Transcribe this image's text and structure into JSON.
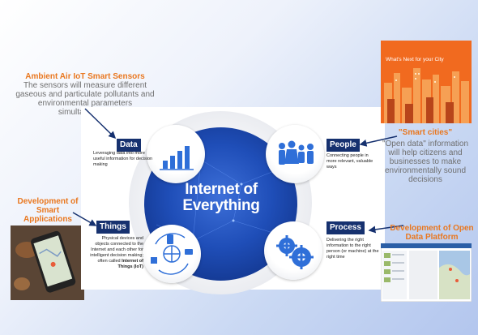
{
  "annotations": {
    "sensors_title": "Ambient Air IoT Smart Sensors",
    "sensors_text": "The sensors will measure different gaseous and particulate pollutants and environmental parameters simultaneously",
    "apps_title": "Development of Smart Applications",
    "smart_cities_title": "\"Smart cities\"",
    "smart_cities_text": "\"Open data\" information will help citizens and businesses to make environmentally sound decisions",
    "platform_title": "Development of Open Data Platform"
  },
  "diagram": {
    "center": "Internet of Everything",
    "data": {
      "label": "Data",
      "desc": "Leveraging data into more useful information for decision making"
    },
    "people": {
      "label": "People",
      "desc": "Connecting people in more relevant, valuable ways"
    },
    "things": {
      "label": "Things",
      "desc": "Physical devices and objects connected to the Internet and each other for intelligent decision making; often called",
      "desc_bold": "Internet of Things (IoT)"
    },
    "process": {
      "label": "Process",
      "desc": "Delivering the right information to the right person (or machine) at the right time"
    }
  },
  "images": {
    "city_caption": "What's Next for your City"
  },
  "colors": {
    "accent_orange": "#e9771f",
    "navy": "#16316f",
    "core_blue": "#1f4eb8"
  }
}
